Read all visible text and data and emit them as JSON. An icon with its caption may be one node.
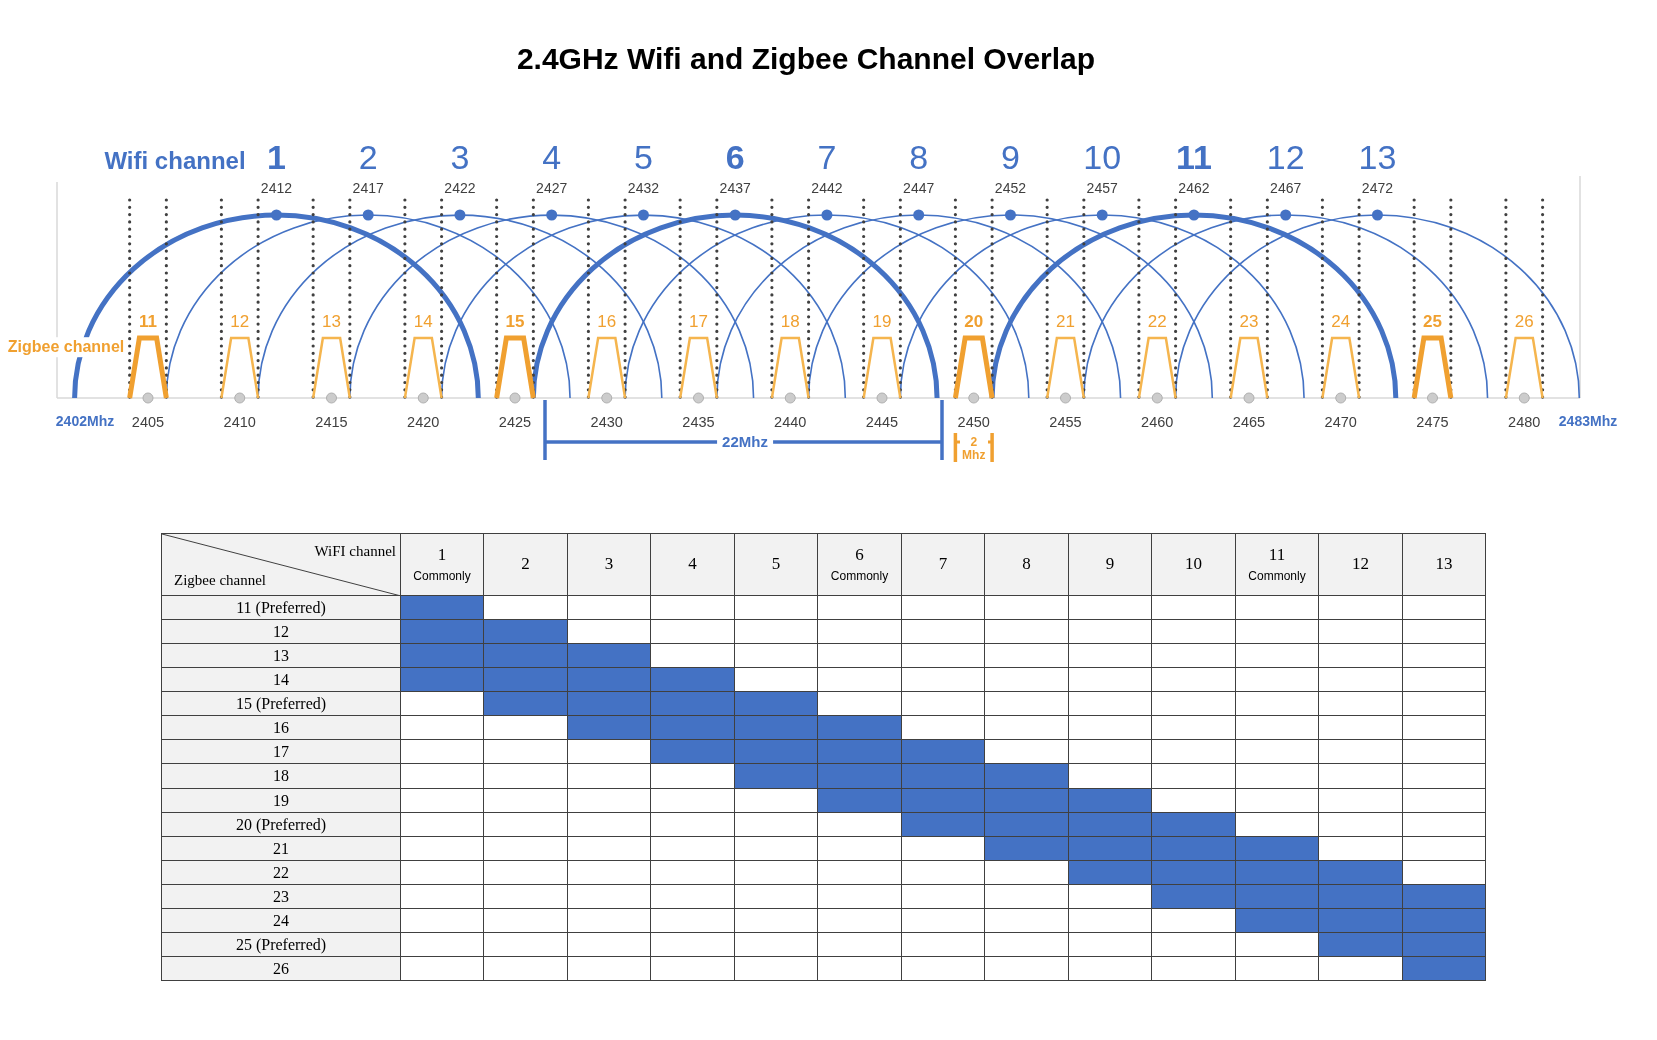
{
  "diagram": {
    "title": "2.4GHz Wifi and Zigbee Channel Overlap",
    "labels": [
      "Wifi channel",
      "1",
      "2",
      "3",
      "4",
      "5",
      "6",
      "7",
      "8",
      "9",
      "10",
      "11",
      "12",
      "13",
      "2412",
      "2417",
      "2422",
      "2427",
      "2432",
      "2437",
      "2442",
      "2447",
      "2452",
      "2457",
      "2462",
      "2467",
      "2472",
      "Zigbee channel",
      "11",
      "12",
      "13",
      "14",
      "15",
      "16",
      "17",
      "18",
      "19",
      "20",
      "21",
      "22",
      "23",
      "24",
      "25",
      "26",
      "2402Mhz",
      "2405",
      "2410",
      "2415",
      "2420",
      "2425",
      "2430",
      "2435",
      "2440",
      "2445",
      "2450",
      "2455",
      "2460",
      "2465",
      "2470",
      "2475",
      "2480",
      "2483Mhz",
      "22Mhz",
      "2 Mhz",
      "WiFI channel",
      "Zigbee channel",
      "1",
      "Commonly",
      "2",
      "3",
      "4",
      "5",
      "6",
      "Commonly",
      "7",
      "8",
      "9",
      "10",
      "11",
      "Commonly",
      "12",
      "13",
      "11 (Preferred)",
      "12",
      "13",
      "14",
      "15 (Preferred)",
      "16",
      "17",
      "18",
      "19",
      "20 (Preferred)",
      "21",
      "22",
      "23",
      "24",
      "25 (Preferred)",
      "26"
    ]
  }
}
